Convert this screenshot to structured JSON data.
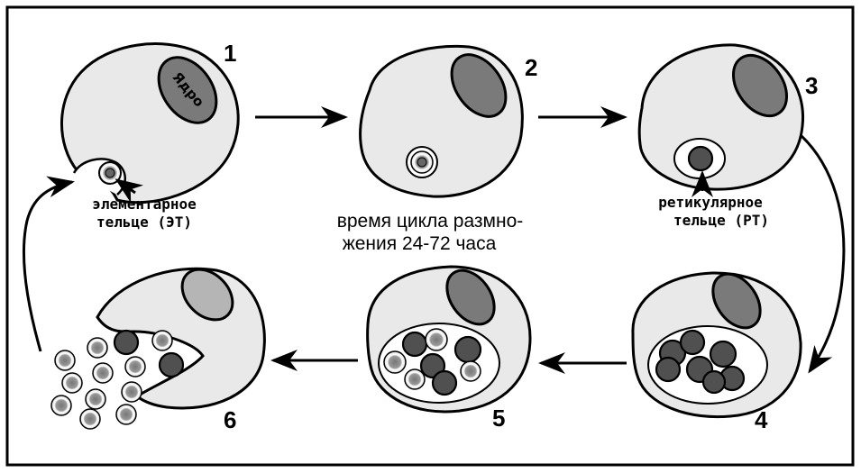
{
  "labels": {
    "nucleus": "Ядро",
    "elementary_body_line1": "элементарное",
    "elementary_body_line2": "тельце (ЭТ)",
    "reticulate_body_line1": "ретикулярное",
    "reticulate_body_line2": "тельце (РТ)",
    "cycle_line1": "время цикла размно-",
    "cycle_line2": "жения 24-72 часа"
  },
  "stages": [
    "1",
    "2",
    "3",
    "4",
    "5",
    "6"
  ]
}
